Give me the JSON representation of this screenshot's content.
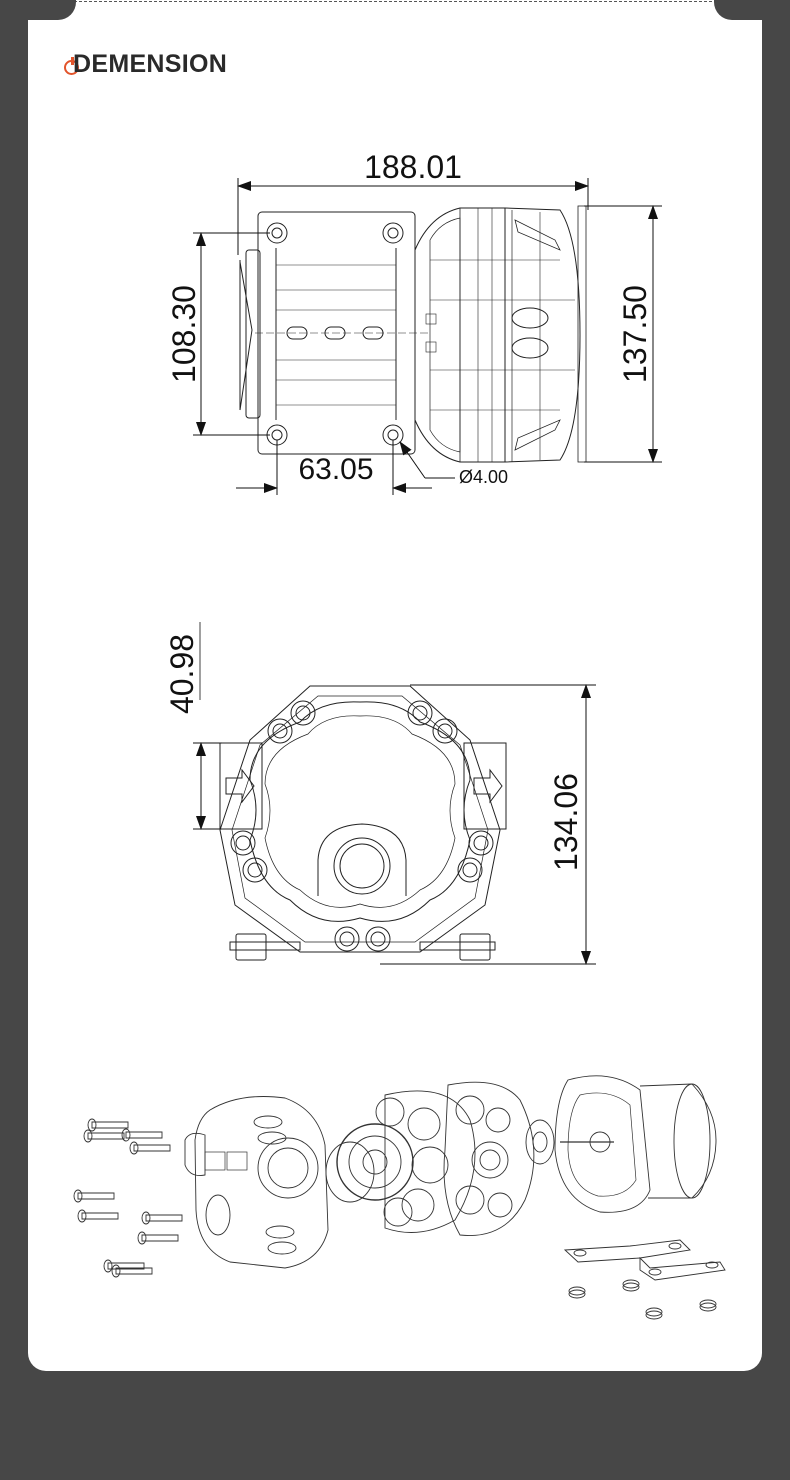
{
  "header": {
    "title": "DEMENSION"
  },
  "front_view": {
    "overall_length": "188.01",
    "mount_hole_spacing_vertical": "108.30",
    "overall_height": "137.50",
    "mount_hole_spacing_horizontal": "63.05",
    "hole_diameter": "Ø4.00"
  },
  "side_view": {
    "port_offset": "40.98",
    "total_height": "134.06"
  }
}
